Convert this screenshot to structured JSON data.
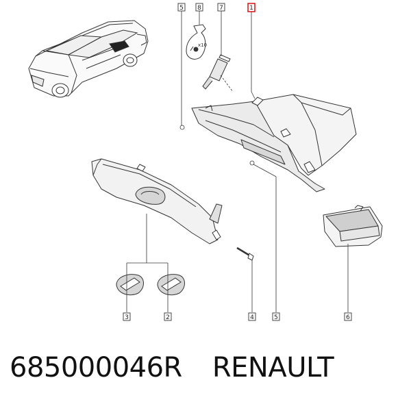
{
  "caption": {
    "part_number": "685000046R",
    "brand": "RENAULT"
  },
  "callouts": [
    {
      "id": "c5a",
      "label": "5",
      "highlighted": false
    },
    {
      "id": "c8",
      "label": "8",
      "highlighted": false
    },
    {
      "id": "c7",
      "label": "7",
      "highlighted": false
    },
    {
      "id": "c1",
      "label": "1",
      "highlighted": true
    },
    {
      "id": "c3",
      "label": "3",
      "highlighted": false
    },
    {
      "id": "c2",
      "label": "2",
      "highlighted": false
    },
    {
      "id": "c4",
      "label": "4",
      "highlighted": false
    },
    {
      "id": "c5b",
      "label": "5",
      "highlighted": false
    },
    {
      "id": "c6",
      "label": "6",
      "highlighted": false
    }
  ],
  "screw_bag": {
    "quantity": "x10"
  },
  "colors": {
    "line": "#333333",
    "fill": "#f4f4f4",
    "shade": "#d9d9d9",
    "highlight": "#d40000"
  }
}
